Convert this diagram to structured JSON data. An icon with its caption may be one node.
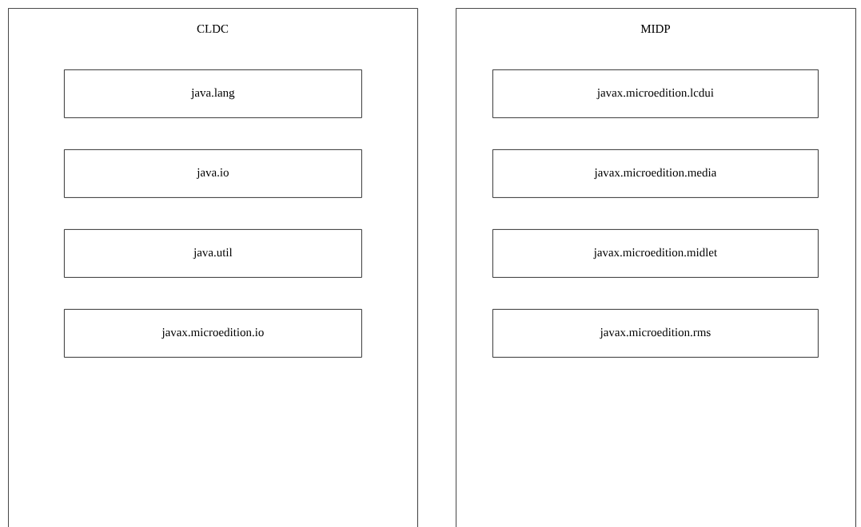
{
  "diagram": {
    "nodes": [
      {
        "text": [
          "CLDC"
        ]
      },
      {
        "text": [
          "java.lang"
        ],
        "in": 0
      },
      {
        "text": [
          "java.io"
        ],
        "in": 0
      },
      {
        "text": [
          "java.util"
        ],
        "in": 0
      },
      {
        "text": [
          "javax.microedition.io"
        ],
        "in": 0
      },
      {
        "text": [
          "MIDP"
        ]
      },
      {
        "text": [
          "javax.microedition.lcdui"
        ],
        "in": 5
      },
      {
        "text": [
          "javax.microedition.media"
        ],
        "in": 5
      },
      {
        "text": [
          "javax.microedition.midlet"
        ],
        "in": 5
      },
      {
        "text": [
          "javax.microedition.rms"
        ],
        "in": 5
      }
    ]
  }
}
